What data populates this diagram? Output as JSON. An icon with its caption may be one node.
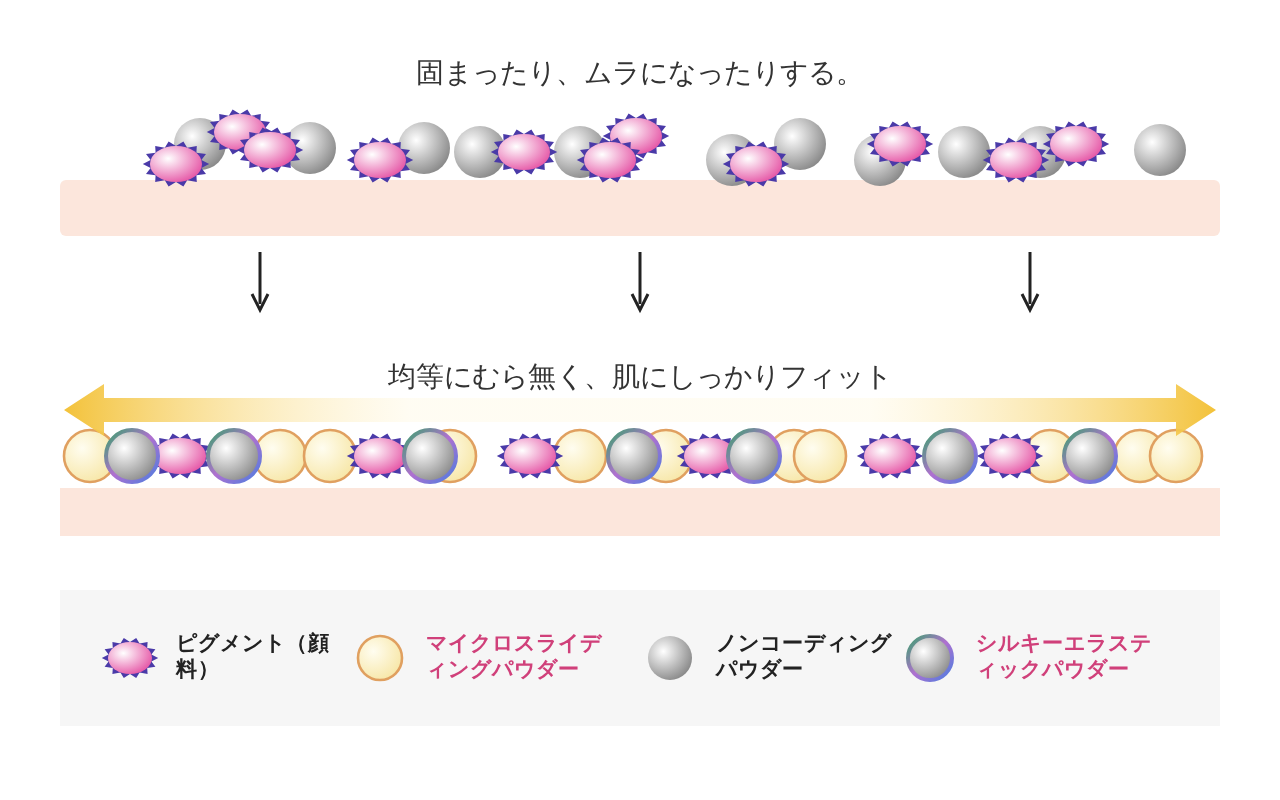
{
  "diagram": {
    "labels": [
      "固まったり、ムラになったりする。",
      "均等にむら無く、肌にしっかりフィット"
    ],
    "legend": [
      {
        "text": "ピグメント（顔料）"
      },
      {
        "text": "マイクロスライディングパウダー"
      },
      {
        "text": "ノンコーディングパウダー"
      },
      {
        "text": "シルキーエラスティックパウダー"
      }
    ]
  }
}
